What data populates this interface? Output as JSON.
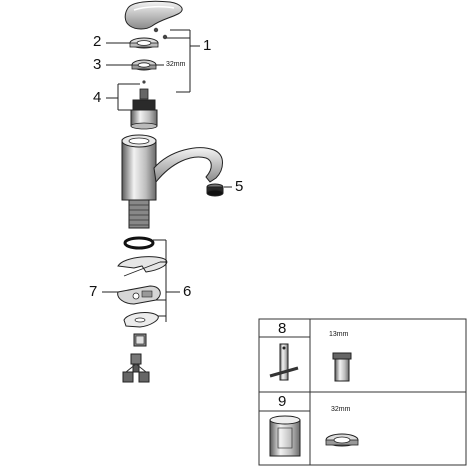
{
  "callouts": {
    "c1": "1",
    "c2": "2",
    "c3": "3",
    "c4": "4",
    "c5": "5",
    "c6": "6",
    "c7": "7"
  },
  "dimensions": {
    "cartridge_nut": "32mm"
  },
  "tools": {
    "tool_8": {
      "number": "8",
      "size": "13mm"
    },
    "tool_9": {
      "number": "9",
      "size": "32mm"
    }
  },
  "colors": {
    "line": "#222222",
    "shade": "#9a9a9a",
    "light": "#e6e6e6",
    "dark": "#444444"
  }
}
